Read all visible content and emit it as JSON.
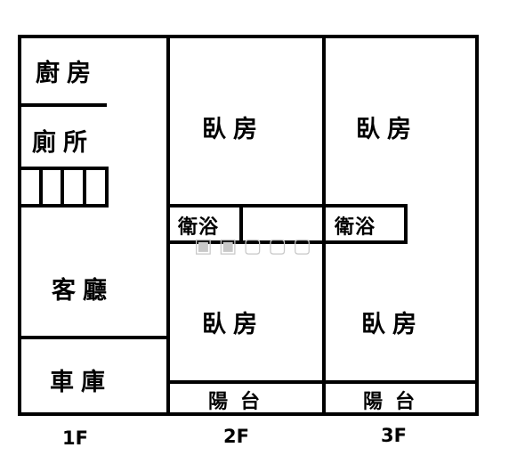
{
  "rooms": {
    "kitchen": "廚房",
    "toilet": "廁所",
    "living_room": "客廳",
    "garage": "車庫",
    "bedroom_2f_upper": "臥房",
    "bathroom_2f": "衛浴",
    "bedroom_2f_lower": "臥房",
    "balcony_2f": "陽台",
    "bedroom_3f_upper": "臥房",
    "bathroom_3f": "衛浴",
    "bedroom_3f_lower": "臥房",
    "balcony_3f": "陽台"
  },
  "floors": {
    "first": "1F",
    "second": "2F",
    "third": "3F"
  },
  "colors": {
    "wall": "#000000",
    "background": "#ffffff"
  }
}
